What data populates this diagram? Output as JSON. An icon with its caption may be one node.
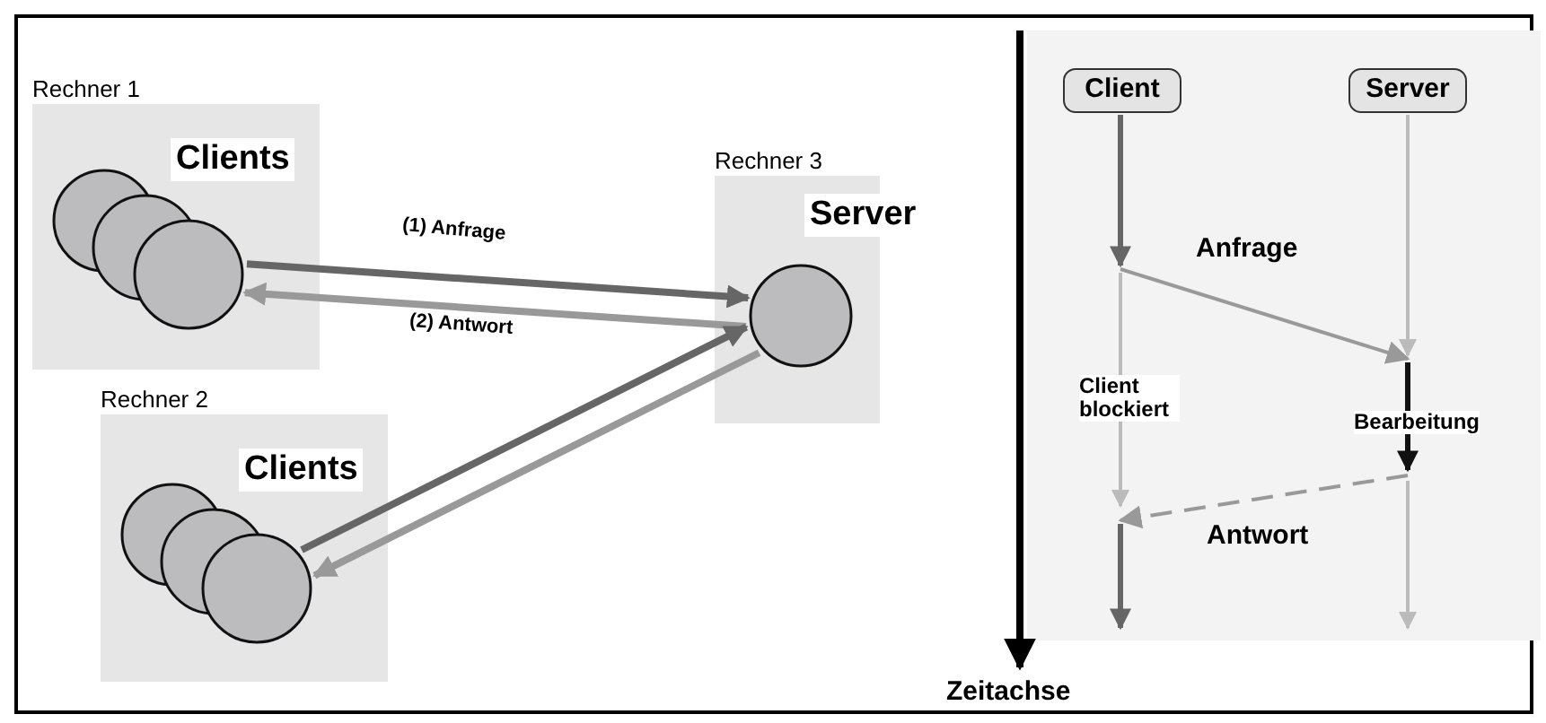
{
  "diagram": {
    "nodes": [
      {
        "text": [
          "Rechner 1",
          "Clients"
        ]
      },
      {
        "text": [],
        "shape": "circle",
        "in": 0
      },
      {
        "text": [
          "Rechner 3",
          "Server"
        ]
      },
      {
        "text": [],
        "shape": "circle",
        "in": 2
      },
      {
        "text": [
          "Rechner 2",
          "Clients"
        ]
      },
      {
        "text": [],
        "shape": "circle",
        "in": 4
      },
      {
        "text": [
          "Client"
        ]
      },
      {
        "text": [
          "Server"
        ]
      }
    ],
    "edges": [
      {
        "from": 1,
        "to": 3,
        "arrow": "to",
        "label": "(1) Anfrage",
        "color": "#666666"
      },
      {
        "from": 3,
        "to": 1,
        "arrow": "to",
        "label": "(2) Antwort",
        "color": "#999999"
      },
      {
        "from": 5,
        "to": 3,
        "arrow": "to",
        "color": "#666666"
      },
      {
        "from": 3,
        "to": 5,
        "arrow": "to",
        "color": "#999999"
      },
      {
        "from": 6,
        "to": 7,
        "arrow": "to",
        "label": "Anfrage",
        "color": "#999999"
      },
      {
        "from": 7,
        "to": 6,
        "arrow": "to",
        "label": "Antwort",
        "style": "dashed",
        "color": "#999999"
      }
    ],
    "labels": [
      "Client blockiert",
      "Bearbeitung",
      "Zeitachse"
    ]
  }
}
